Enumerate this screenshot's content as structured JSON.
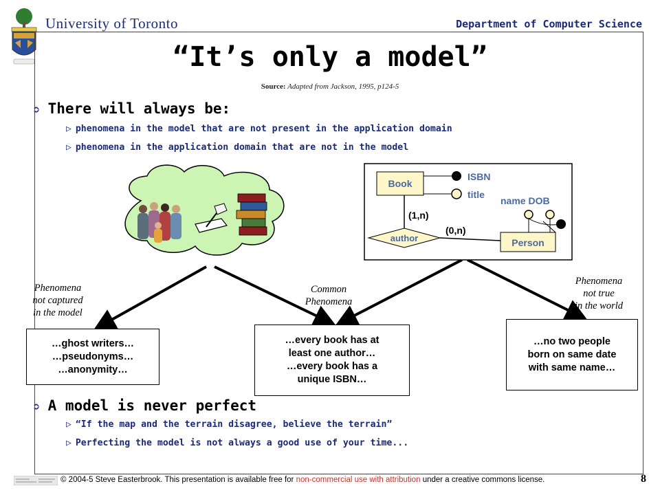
{
  "header": {
    "university": "University of Toronto",
    "department": "Department of Computer Science"
  },
  "title": "“It’s only a model”",
  "source": {
    "label": "Source:",
    "text": "Adapted from Jackson, 1995, p124-5"
  },
  "bullets": [
    {
      "heading": "There will always be:",
      "items": [
        "phenomena in the model that are not present in the application domain",
        "phenomena in the application domain that are not in the model"
      ]
    },
    {
      "heading": "A model is never perfect",
      "items": [
        "“If the map and the terrain disagree, believe the terrain”",
        "Perfecting the model is not always a good use of your time..."
      ]
    }
  ],
  "er_diagram": {
    "book": "Book",
    "isbn": "ISBN",
    "title_attr": "title",
    "person_attrs": "name DOB",
    "author": "author",
    "person": "Person",
    "card_book": "(1,n)",
    "card_person": "(0,n)"
  },
  "categories": {
    "left": {
      "label": "Phenomena not captured in the model",
      "lines": [
        "Phenomena",
        "not captured",
        "in the model"
      ],
      "box": [
        "…ghost writers…",
        "…pseudonyms…",
        "…anonymity…"
      ]
    },
    "middle": {
      "label": "Common Phenomena",
      "lines": [
        "Common",
        "Phenomena"
      ],
      "box": [
        "…every book has at",
        "least one author…",
        "…every book has a",
        "unique ISBN…"
      ]
    },
    "right": {
      "label": "Phenomena not true in the world",
      "lines": [
        "Phenomena",
        "not true",
        "in the world"
      ],
      "box": [
        "…no two people",
        "born on same date",
        "with same name…"
      ]
    }
  },
  "footer": {
    "copyright": "© 2004-5 Steve Easterbrook. This presentation is available free for",
    "license_link": "non-commercial use with attribution",
    "suffix": "under a creative commons license.",
    "page": "8"
  },
  "colors": {
    "accent": "#1a2a7a",
    "cloud": "#ccf5b4",
    "er_fill": "#fdf6c9",
    "link_red": "#c0342c"
  }
}
